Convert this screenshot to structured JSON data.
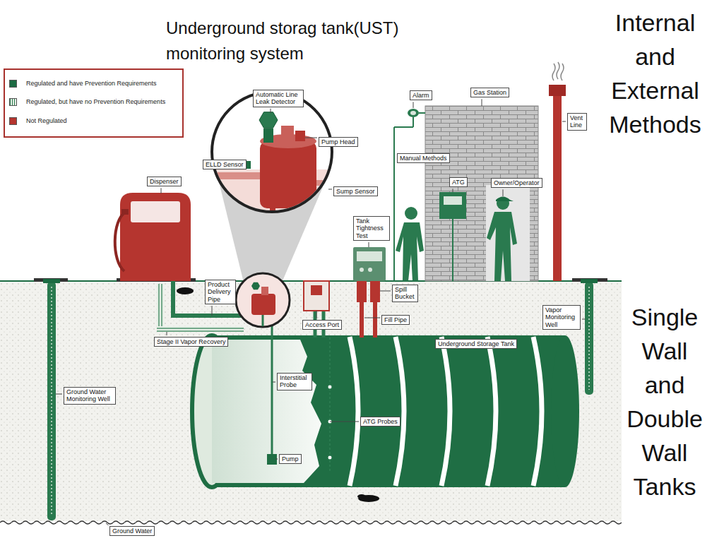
{
  "diagram": {
    "title": "Underground storag tank(UST) monitoring system",
    "nodes": [
      {
        "text": [
          "Automatic Line Leak Detector"
        ]
      },
      {
        "text": [
          "Alarm"
        ]
      },
      {
        "text": [
          "Gas Station"
        ]
      },
      {
        "text": [
          "Pump Head"
        ]
      },
      {
        "text": [
          "Vent Line"
        ]
      },
      {
        "text": [
          "ELLD Sensor"
        ]
      },
      {
        "text": [
          "Manual Methods"
        ]
      },
      {
        "text": [
          "Dispenser"
        ]
      },
      {
        "text": [
          "Sump Sensor"
        ]
      },
      {
        "text": [
          "ATG"
        ]
      },
      {
        "text": [
          "Owner/Operator"
        ]
      },
      {
        "text": [
          "Tank Tightness Test"
        ]
      },
      {
        "text": [
          "Product Delivery Pipe"
        ]
      },
      {
        "text": [
          "Spill Bucket"
        ]
      },
      {
        "text": [
          "Vapor Monitoring Well"
        ]
      },
      {
        "text": [
          "Access Port"
        ]
      },
      {
        "text": [
          "Fill Pipe"
        ]
      },
      {
        "text": [
          "Stage II Vapor Recovery"
        ]
      },
      {
        "text": [
          "Underground Storage Tank"
        ]
      },
      {
        "text": [
          "Interstitial Probe"
        ]
      },
      {
        "text": [
          "Ground Water Monitoring Well"
        ]
      },
      {
        "text": [
          "ATG Probes"
        ]
      },
      {
        "text": [
          "Pump"
        ]
      },
      {
        "text": [
          "Ground Water"
        ]
      }
    ],
    "labels": [
      "Internal and External Methods",
      "Single Wall and Double Wall Tanks"
    ],
    "legend": [
      {
        "text": "Regulated and have Prevention Requirements",
        "color": "#1d6b43"
      },
      {
        "text": "Regulated, but have no Prevention Requirements"
      },
      {
        "text": "Not Regulated",
        "color": "#b5352f"
      }
    ]
  }
}
